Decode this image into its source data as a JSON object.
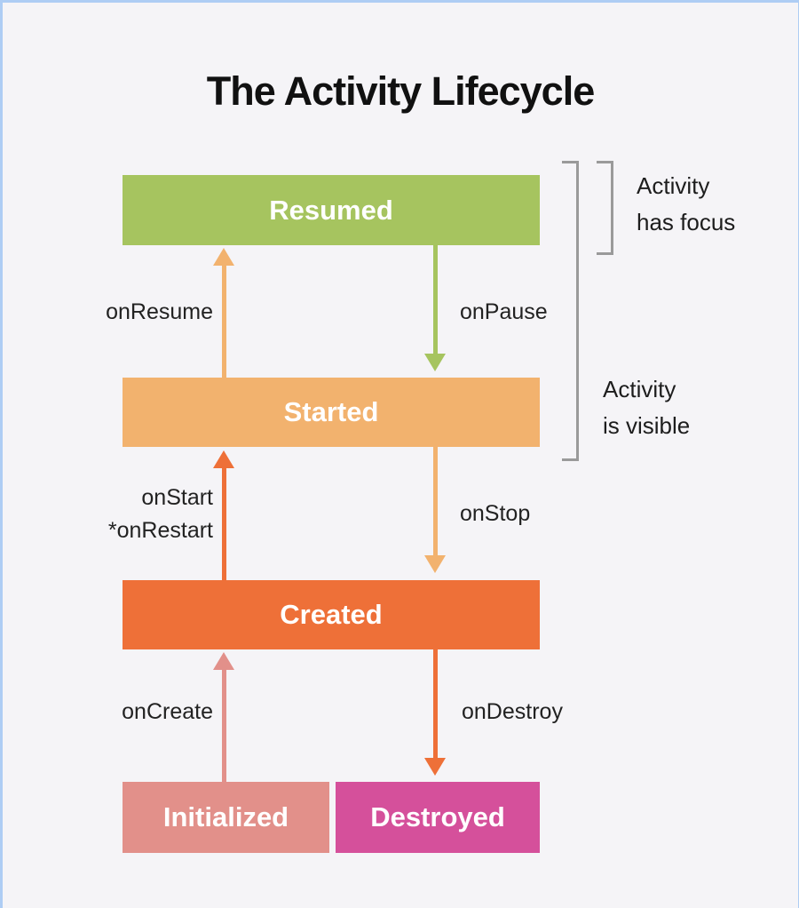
{
  "title": "The Activity Lifecycle",
  "colors": {
    "background": "#f5f4f7",
    "frame_border": "#aecdf4",
    "bracket": "#9a9a9a",
    "resumed_green": "#a6c45f",
    "started_tan": "#f2b26e",
    "created_orange": "#ee7038",
    "initialized_salmon": "#e2908a",
    "destroyed_magenta": "#d5509b"
  },
  "states": {
    "resumed": {
      "label": "Resumed",
      "color": "#a6c45f"
    },
    "started": {
      "label": "Started",
      "color": "#f2b26e"
    },
    "created": {
      "label": "Created",
      "color": "#ee7038"
    },
    "initialized": {
      "label": "Initialized",
      "color": "#e2908a"
    },
    "destroyed": {
      "label": "Destroyed",
      "color": "#d5509b"
    }
  },
  "transitions": {
    "onResume": {
      "label": "onResume",
      "direction": "up",
      "from": "Started",
      "to": "Resumed",
      "color": "#f2b26e"
    },
    "onPause": {
      "label": "onPause",
      "direction": "down",
      "from": "Resumed",
      "to": "Started",
      "color": "#a6c45f"
    },
    "onStart": {
      "label": "onStart",
      "label2": "*onRestart",
      "direction": "up",
      "from": "Created",
      "to": "Started",
      "color": "#ee7038"
    },
    "onStop": {
      "label": "onStop",
      "direction": "down",
      "from": "Started",
      "to": "Created",
      "color": "#f2b26e"
    },
    "onCreate": {
      "label": "onCreate",
      "direction": "up",
      "from": "Initialized",
      "to": "Created",
      "color": "#e2908a"
    },
    "onDestroy": {
      "label": "onDestroy",
      "direction": "down",
      "from": "Created",
      "to": "Destroyed",
      "color": "#ee7038"
    }
  },
  "annotations": {
    "has_focus": {
      "line1": "Activity",
      "line2": "has focus"
    },
    "is_visible": {
      "line1": "Activity",
      "line2": "is visible"
    }
  }
}
